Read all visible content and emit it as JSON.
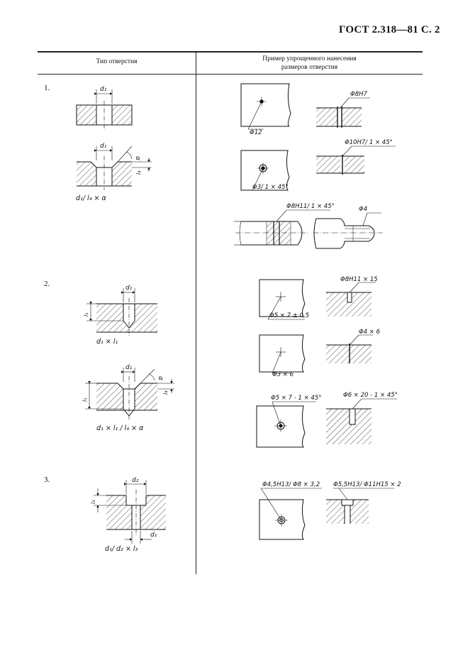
{
  "header": {
    "title": "ГОСТ 2.318—81 С. 2"
  },
  "table": {
    "col1_header": "Тип отверстия",
    "col2_header_line1": "Пример упрощенного нанесения",
    "col2_header_line2": "размеров отверстия"
  },
  "rows": [
    {
      "number": "1.",
      "type_labels": {
        "d1_top": "d₁",
        "d1_csk": "d₁",
        "l4": "l₄",
        "alpha": "α",
        "formula": "d₁/ l₄ × α"
      },
      "examples": {
        "a_left": "Φ12",
        "a_right": "Φ8H7",
        "b_right": "Φ10H7/ 1 × 45°",
        "b_left": "Φ3/ 1 × 45°",
        "c_left": "Φ8H11/ 1 × 45°",
        "c_right": "Φ4"
      }
    },
    {
      "number": "2.",
      "type_labels": {
        "d1_top": "d₁",
        "l1_top": "l₁",
        "formula_top": "d₁ × l₁",
        "d1_csk": "d₁",
        "l1_csk": "l₁",
        "l4": "l₄",
        "alpha": "α",
        "formula_csk": "d₁ × l₁ / l₄ × α"
      },
      "examples": {
        "a_left": "Φ5 × 7 ± 0,5",
        "a_right": "Φ8H11 × 15",
        "b_right": "Φ4 × 6",
        "b_left": "Φ3 × 6",
        "c_left": "Φ5 × 7 - 1 × 45°",
        "c_right": "Φ6 × 20 - 1 × 45°"
      }
    },
    {
      "number": "3.",
      "type_labels": {
        "d2": "d₂",
        "l3": "l₃",
        "d1": "d₁",
        "formula": "d₁/ d₂ × l₃"
      },
      "examples": {
        "a_left": "Φ4,5H13/ Φ8 × 3,2",
        "a_right": "Φ5,5H13/ Φ11H15 × 2"
      }
    }
  ]
}
